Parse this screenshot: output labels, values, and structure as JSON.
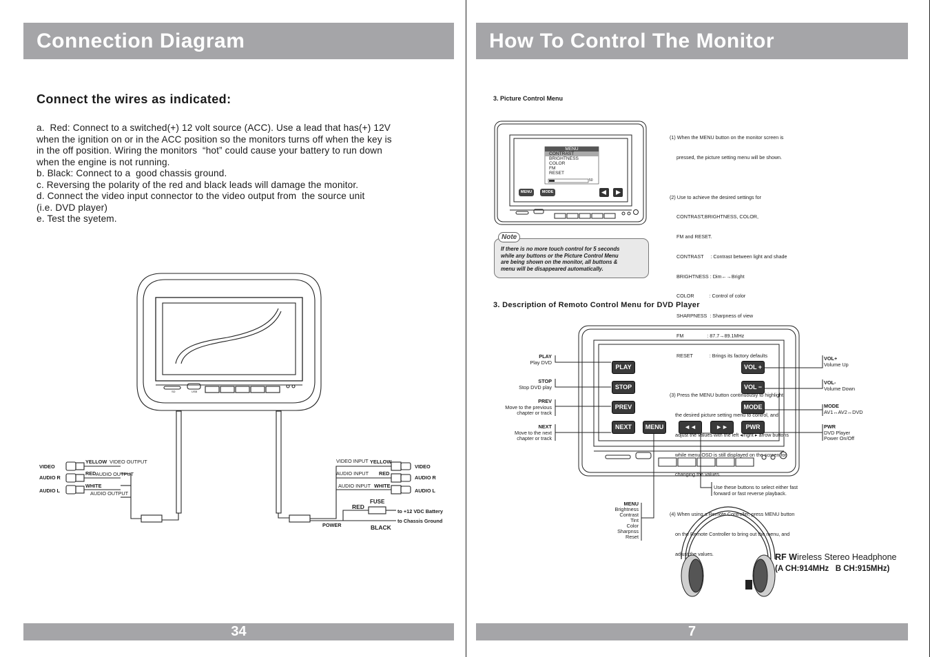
{
  "left": {
    "header": "Connection Diagram",
    "subtitle": "Connect the wires as indicated:",
    "lines": [
      "a.  Red: Connect to a switched(+) 12 volt source (ACC). Use a lead that has(+) 12V",
      "when the ignition on or in the ACC position so the monitors turns off when the key is",
      "in the off position. Wiring the monitors  “hot” could cause your battery to run down",
      "when the engine is not running.",
      "b. Black: Connect to a  good chassis ground.",
      "c. Reversing the polarity of the red and black leads will damage the monitor.",
      "d. Connect the video input connector to the video output from  the source unit",
      "(i.e. DVD player)",
      "e. Test the syetem."
    ],
    "monitor_labels": {
      "sd": "SD",
      "usb": "USB"
    },
    "left_wires": {
      "video": "VIDEO",
      "audio_r": "AUDIO R",
      "audio_l": "AUDIO L",
      "yellow": "YELLOW",
      "red": "RED",
      "white": "WHITE",
      "video_output": "VIDEO OUTPUT",
      "audio_output_1": "AUDIO OUTPUT",
      "audio_output_2": "AUDIO OUTPUT"
    },
    "right_wires": {
      "video_input": "VIDEO INPUT",
      "audio_input_1": "AUDIO INPUT",
      "audio_input_2": "AUDIO INPUT",
      "yellow": "YELLOW",
      "red": "RED",
      "white": "WHITE",
      "video": "VIDEO",
      "audio_r": "AUDIO R",
      "audio_l": "AUDIO L",
      "fuse": "FUSE",
      "power_red": "RED",
      "battery": "to +12 VDC Battery",
      "chassis": "to Chassis Ground",
      "power": "POWER",
      "black": "BLACK"
    },
    "footer": "34"
  },
  "right": {
    "header": "How To Control The Monitor",
    "section1": "3. Picture Control Menu",
    "osd_menu": {
      "title": "MENU",
      "items": [
        "CONTRAST",
        "BRIGHTNESS",
        "COLOR",
        "FM",
        "RESET"
      ],
      "slider_value": "50",
      "menu_btn": "MENU",
      "mode_btn": "MODE"
    },
    "note_label": "Note",
    "note_text": [
      "If there is no more touch control for 5 seconds",
      "while any buttons or the Picture Control Menu",
      "are being shown on the monitor, all buttons &",
      "menu will be disappeared automatically."
    ],
    "instructions": [
      "(1) When the MENU button on the monitor screen is",
      "     pressed, the picture setting menu will be shown.",
      "",
      "(2) Use to achieve the desired settings for",
      "     CONTRAST,BRIGHTNESS, COLOR,",
      "     FM and RESET.",
      "     CONTRAST     : Contrast between light and shade",
      "     BRIGHTNESS : Dim←→Bright",
      "     COLOR           : Control of color",
      "     SHARPNESS  : Sharpness of view",
      "     FM                 : 87.7→89.1MHz",
      "     RESET            : Brings its factory defaults",
      "",
      "(3) Press the MENU button continuously to highlight",
      "    the desired picture setting menu to control, and",
      "    adjust the values with the left ◂/right ▸ arrow buttons",
      "    while menu OSD is still displayed on the screen for",
      "    changing the values.",
      "",
      "(4) When using a Remote Controller, press MENU button",
      "    on the Remote Controller to bring out the menu, and",
      "    adjust the values."
    ],
    "section2": "3. Description of Remoto Control Menu for DVD Player",
    "buttons": {
      "play": "PLAY",
      "stop": "STOP",
      "prev": "PREV",
      "next": "NEXT",
      "menu": "MENU",
      "rew": "◄◄",
      "ff": "►►",
      "vol_up": "VOL +",
      "vol_down": "VOL −",
      "mode": "MODE",
      "pwr": "PWR"
    },
    "callouts_left": [
      {
        "title": "PLAY",
        "desc": [
          "Play DVD"
        ]
      },
      {
        "title": "STOP",
        "desc": [
          "Stop DVD play"
        ]
      },
      {
        "title": "PREV",
        "desc": [
          "Move to the previous",
          "chapter or track"
        ]
      },
      {
        "title": "NEXT",
        "desc": [
          "Move to the next",
          "chapter or track"
        ]
      }
    ],
    "callouts_right": [
      {
        "title": "VOL+",
        "desc": [
          "Volume Up"
        ]
      },
      {
        "title": "VOL-",
        "desc": [
          "Volume Down"
        ]
      },
      {
        "title": "MODE",
        "desc": [
          "AV1↔AV2↔DVD"
        ]
      },
      {
        "title": "PWR",
        "desc": [
          "DVD Player",
          "Power On/Off"
        ]
      }
    ],
    "seek_note": [
      "Use these buttons to select either fast",
      "forward or fast reverse playback."
    ],
    "menu_callout": {
      "title": "MENU",
      "items": [
        "Brightness",
        "Contrast",
        "Tint",
        "Color",
        "Sharpnss",
        "Reset"
      ]
    },
    "headphone": {
      "prefix": "RF W",
      "rest": "ireless Stereo Headphone",
      "freq": "(A CH:914MHz   B CH:915MHz)"
    },
    "footer": "7"
  }
}
